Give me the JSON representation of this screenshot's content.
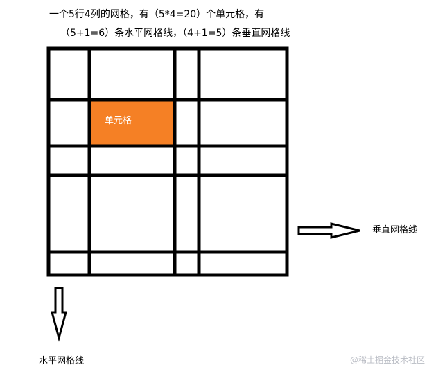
{
  "caption": {
    "line1": "一个5行4列的网格，有（5*4=20）个单元格，有",
    "line2": "（5+1=6）条水平网格线，（4+1=5）条垂直网格线"
  },
  "grid": {
    "rows": 5,
    "columns": 4,
    "horizontal_lines": 6,
    "vertical_lines": 5,
    "highlighted_cell": {
      "row": 2,
      "column": 2
    },
    "highlight_color": "#f58025",
    "line_color": "#000000"
  },
  "labels": {
    "cell": "单元格",
    "vertical_grid_line": "垂直网格线",
    "horizontal_grid_line": "水平网格线"
  },
  "watermark": "@稀土掘金技术社区"
}
